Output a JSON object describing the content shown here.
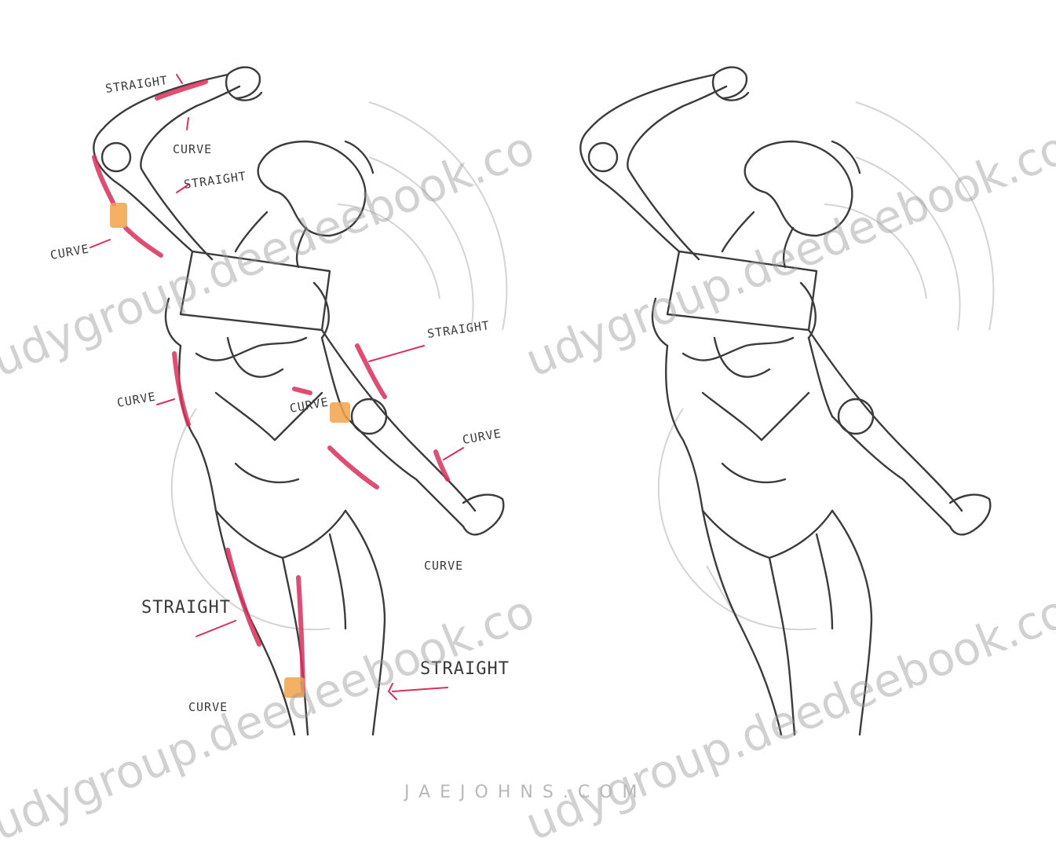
{
  "annotations": {
    "straight_upper_arm": "STRAIGHT",
    "curve_forearm": "CURVE",
    "straight_shoulder": "STRAIGHT",
    "curve_elbow": "CURVE",
    "straight_right_side": "STRAIGHT",
    "curve_waist": "CURVE",
    "curve_chest": "CURVE",
    "curve_wrist": "CURVE",
    "curve_hand": "CURVE",
    "straight_thigh": "STRAIGHT",
    "curve_knee": "CURVE",
    "straight_leg_large": "STRAIGHT"
  },
  "watermark": {
    "text": "udygroup.deedeebook.co"
  },
  "credit": {
    "text": "JAEJOHNS.COM"
  },
  "colors": {
    "sketch": "#3c3c3c",
    "highlight_red": "#d9305a",
    "highlight_orange": "#f2a24a",
    "guides": "#d4d4d4"
  }
}
